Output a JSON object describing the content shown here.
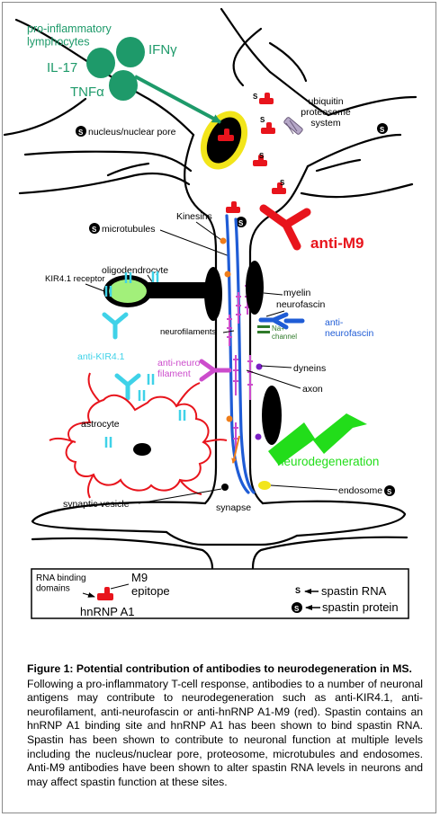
{
  "diagram": {
    "labels": {
      "lymphocytes": "pro-inflammatory\nlymphocytes",
      "ifn": "IFNγ",
      "il17": "IL-17",
      "tnf": "TNFα",
      "nucleus": "nucleus/nuclear pore",
      "ubiquitin": "ubiquitin\nproteosome\nsystem",
      "kinesins": "Kinesins",
      "microtubules": "microtubules",
      "anti_m9": "anti-M9",
      "oligodendrocyte": "oligodendrocyte",
      "kir_receptor": "KIR4.1 receptor",
      "myelin": "myelin",
      "neurofascin": "neurofascin",
      "neurofilaments": "neurofilaments",
      "na_channel": "Na+\nchannel",
      "anti_neurofascin": "anti-\nneurofascin",
      "anti_kir": "anti-KIR4.1",
      "anti_neurofilament": "anti-neuro\nfilament",
      "dyneins": "dyneins",
      "axon": "axon",
      "astrocyte": "astrocyte",
      "neurodegeneration": "neurodegeneration",
      "endosome": "endosome",
      "synaptic_vesicle": "synaptic vesicle",
      "synapse": "synapse",
      "s_marker": "S"
    },
    "legend": {
      "rna_binding": "RNA binding\ndomains",
      "m9_epitope": "M9\nepitope",
      "hnrnp": "hnRNP A1",
      "spastin_rna": "spastin RNA",
      "spastin_protein": "spastin protein"
    },
    "colors": {
      "lymphocyte": "#1e9a6a",
      "red": "#e8141c",
      "green": "#22dd1a",
      "cyan": "#3fd2e8",
      "blue": "#1f5cd6",
      "magenta": "#cc4ccc",
      "purple": "#7a1fc4",
      "orange": "#ef7d1a",
      "yellow": "#f2e51a",
      "lime": "#a2f07a"
    }
  },
  "caption": {
    "title": "Figure 1: Potential contribution of antibodies to neurodegeneration in MS.",
    "body": "Following a pro-inflammatory T-cell response, antibodies to a number of neuronal antigens may contribute to neurodegeneration such as anti-KIR4.1, anti-neurofilament, anti-neurofascin or anti-hnRNP A1-M9 (red). Spastin contains an hnRNP A1 binding site and hnRNP A1 has been shown to bind spastin RNA. Spastin has been shown to contribute to neuronal function at multiple levels including the nucleus/nuclear pore, proteosome, microtubules and endosomes. Anti-M9 antibodies have been shown to alter spastin RNA levels in neurons and may affect spastin function at these sites."
  }
}
